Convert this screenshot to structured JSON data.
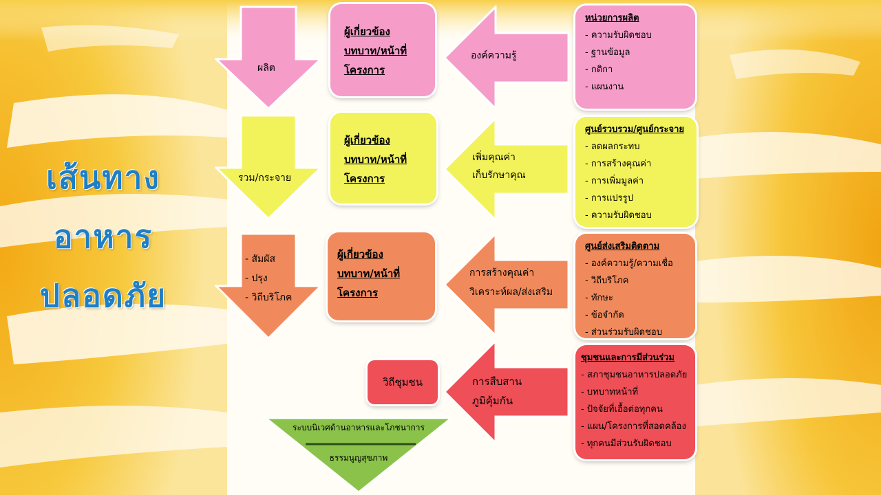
{
  "title": [
    "เส้นทาง",
    "อาหาร",
    "ปลอดภัย"
  ],
  "colors": {
    "pink": "#f59cc9",
    "yellow": "#f2f25a",
    "orange": "#f08a5c",
    "red": "#ef4f57",
    "green": "#8bc34a",
    "title_blue": "#1f7fc4"
  },
  "rows": [
    {
      "down_arrow_text": [
        "ผลิต"
      ],
      "role_box": [
        "ผู้เกี่ยวข้อง",
        "บทบาท/หน้าที่",
        "โครงการ"
      ],
      "left_arrow_text": [
        "องค์ความรู้"
      ],
      "list_header": "หน่วยการผลิต",
      "list_items": [
        "- ความรับผิดชอบ",
        "- ฐานข้อมูล",
        "- กติกา",
        "- แผนงาน"
      ]
    },
    {
      "down_arrow_text": [
        "รวม/กระจาย"
      ],
      "role_box": [
        "ผู้เกี่ยวข้อง",
        "บทบาท/หน้าที่",
        "โครงการ"
      ],
      "left_arrow_text": [
        "เพิ่มคุณค่า",
        "เก็บรักษาคุณ"
      ],
      "list_header": "ศูนย์รวบรวม/ศูนย์กระจาย",
      "list_items": [
        "- ลดผลกระทบ",
        "- การสร้างคุณค่า",
        "- การเพิ่มมูลค่า",
        "- การแปรรูป",
        "- ความรับผิดชอบ"
      ]
    },
    {
      "down_arrow_text": [
        "- สัมผัส",
        "- ปรุง",
        "- วิถีบริโภค"
      ],
      "role_box": [
        "ผู้เกี่ยวข้อง",
        "บทบาท/หน้าที่",
        "โครงการ"
      ],
      "left_arrow_text": [
        "การสร้างคุณค่า",
        "วิเคราะห์ผล/ส่งเสริม"
      ],
      "list_header": "ศูนย์ส่งเสริมติดตาม",
      "list_items": [
        "- องค์ความรู้/ความเชื่อ",
        "- วิถีบริโภค",
        "- ทักษะ",
        "- ข้อจำกัด",
        "- ส่วนร่วมรับผิดชอบ"
      ]
    },
    {
      "community_box": "วิถีชุมชน",
      "left_arrow_text": [
        "การสืบสาน",
        "ภูมิคุ้มกัน"
      ],
      "list_header": "ชุมชนและการมีส่วนร่วม",
      "list_items": [
        "- สภาชุมชนอาหารปลอดภัย",
        "- บทบาทหน้าที่",
        "- ปัจจัยที่เอื้อต่อทุกคน",
        "- แผน/โครงการที่สอดคล้อง",
        "- ทุกคนมีส่วนรับผิดชอบ"
      ]
    }
  ],
  "triangle": {
    "top_text": "ระบบนิเวศด้านอาหารและโภชนาการ",
    "bottom_text": "ธรรมนูญสุขภาพ"
  }
}
